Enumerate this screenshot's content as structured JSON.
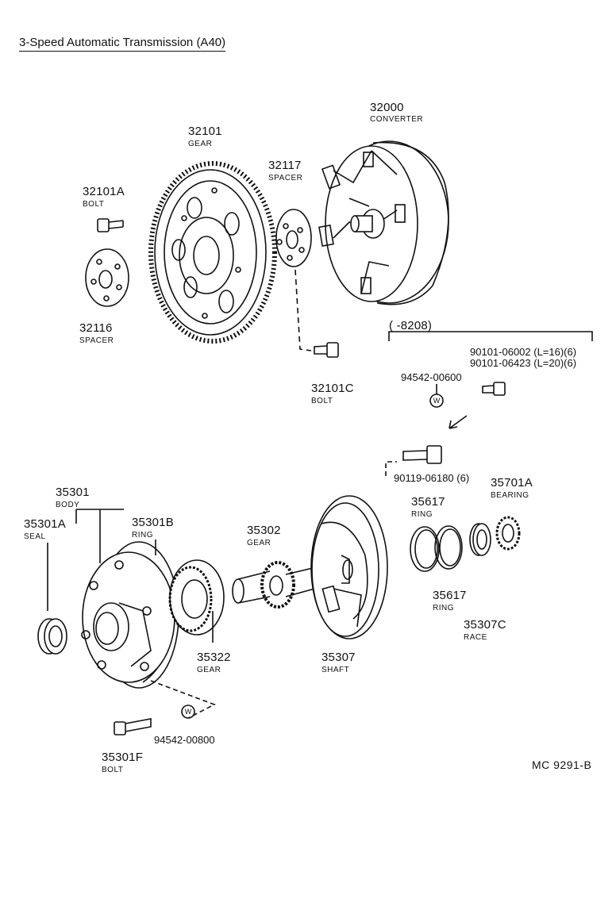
{
  "title": "3-Speed Automatic Transmission (A40)",
  "diagram_code": "MC 9291-B",
  "range_note": "(  -8208)",
  "parts": {
    "p32000": {
      "number": "32000",
      "name": "CONVERTER"
    },
    "p32101": {
      "number": "32101",
      "name": "GEAR"
    },
    "p32117": {
      "number": "32117",
      "name": "SPACER"
    },
    "p32101A": {
      "number": "32101A",
      "name": "BOLT"
    },
    "p32116": {
      "number": "32116",
      "name": "SPACER"
    },
    "p32101C": {
      "number": "32101C",
      "name": "BOLT"
    },
    "p90101a": {
      "number": "90101-06002  (L=16)(6)"
    },
    "p90101b": {
      "number": "90101-06423  (L=20)(6)"
    },
    "p94542a": {
      "number": "94542-00600"
    },
    "p90119": {
      "number": "90119-06180  (6)"
    },
    "p35301": {
      "number": "35301",
      "name": "BODY"
    },
    "p35301A": {
      "number": "35301A",
      "name": "SEAL"
    },
    "p35301B": {
      "number": "35301B",
      "name": "RING"
    },
    "p35302": {
      "number": "35302",
      "name": "GEAR"
    },
    "p35617a": {
      "number": "35617",
      "name": "RING"
    },
    "p35617b": {
      "number": "35617",
      "name": "RING"
    },
    "p35701A": {
      "number": "35701A",
      "name": "BEARING"
    },
    "p35307C": {
      "number": "35307C",
      "name": "RACE"
    },
    "p35322": {
      "number": "35322",
      "name": "GEAR"
    },
    "p35307": {
      "number": "35307",
      "name": "SHAFT"
    },
    "p94542b": {
      "number": "94542-00800"
    },
    "p35301F": {
      "number": "35301F",
      "name": "BOLT"
    }
  },
  "washer_mark": "W"
}
